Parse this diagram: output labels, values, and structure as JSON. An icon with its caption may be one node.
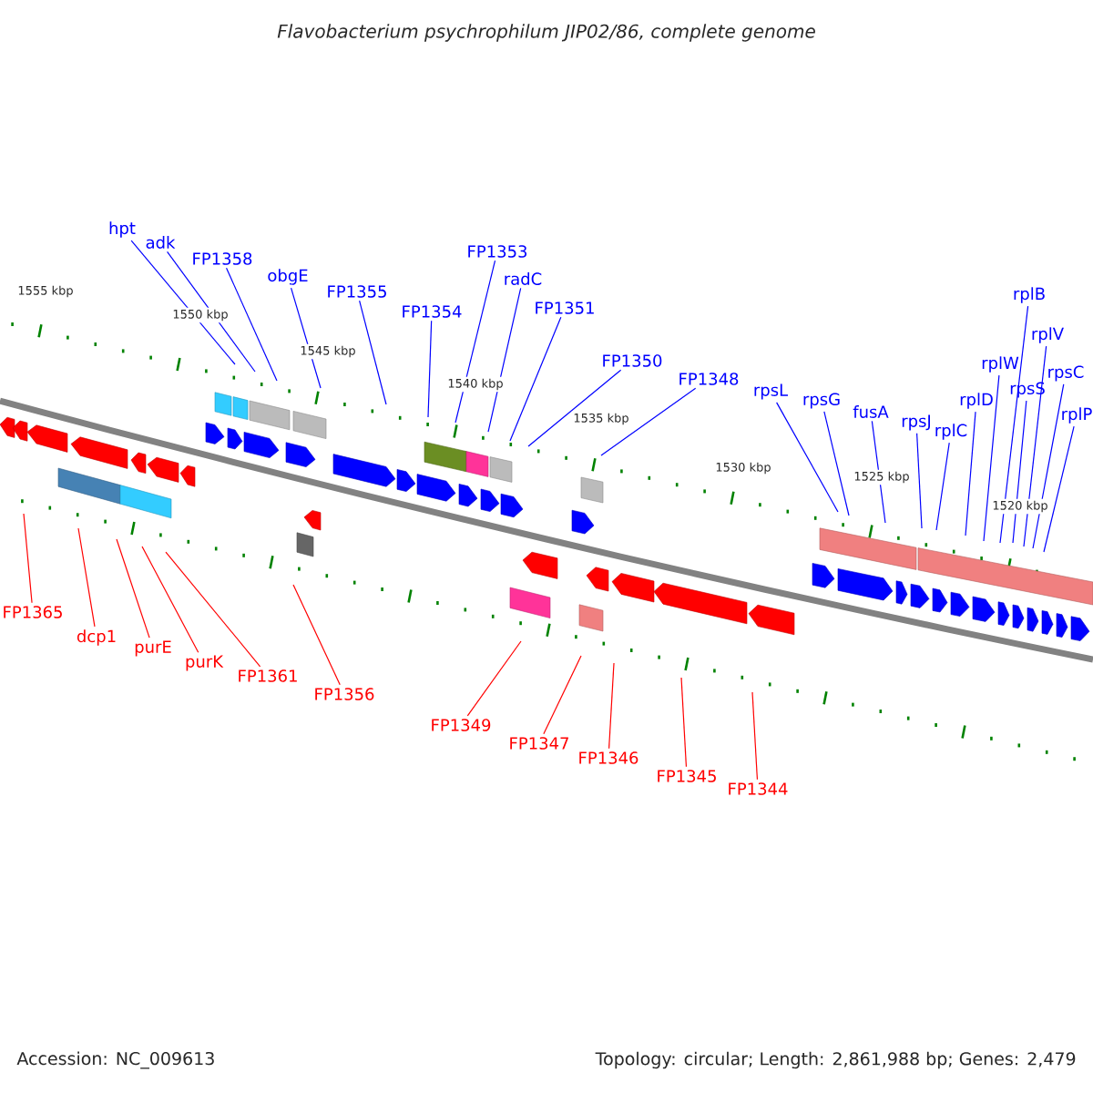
{
  "diagram": {
    "title": "Flavobacterium psychrophilum JIP02/86, complete genome",
    "nodes": [
      {
        "text": [
          "hpt"
        ]
      },
      {
        "text": [
          "adk"
        ]
      },
      {
        "text": [
          "FP1358"
        ]
      },
      {
        "text": [
          "obgE"
        ]
      },
      {
        "text": [
          "FP1355"
        ]
      },
      {
        "text": [
          "FP1354"
        ]
      },
      {
        "text": [
          "FP1353"
        ]
      },
      {
        "text": [
          "radC"
        ]
      },
      {
        "text": [
          "FP1351"
        ]
      },
      {
        "text": [
          "FP1350"
        ]
      },
      {
        "text": [
          "FP1348"
        ]
      },
      {
        "text": [
          "rpsL"
        ]
      },
      {
        "text": [
          "rpsG"
        ]
      },
      {
        "text": [
          "fusA"
        ]
      },
      {
        "text": [
          "rpsJ"
        ]
      },
      {
        "text": [
          "rplC"
        ]
      },
      {
        "text": [
          "rplD"
        ]
      },
      {
        "text": [
          "rplW"
        ]
      },
      {
        "text": [
          "rplB"
        ]
      },
      {
        "text": [
          "rpsS"
        ]
      },
      {
        "text": [
          "rplV"
        ]
      },
      {
        "text": [
          "rpsC"
        ]
      },
      {
        "text": [
          "rplP"
        ]
      },
      {
        "text": [
          "FP1365"
        ]
      },
      {
        "text": [
          "dcp1"
        ]
      },
      {
        "text": [
          "purE"
        ]
      },
      {
        "text": [
          "purK"
        ]
      },
      {
        "text": [
          "FP1361"
        ]
      },
      {
        "text": [
          "FP1356"
        ]
      },
      {
        "text": [
          "FP1349"
        ]
      },
      {
        "text": [
          "FP1347"
        ]
      },
      {
        "text": [
          "FP1346"
        ]
      },
      {
        "text": [
          "FP1345"
        ]
      },
      {
        "text": [
          "FP1344"
        ]
      }
    ],
    "edges": [
      {
        "from": 0,
        "to": null,
        "arrow": "none"
      },
      {
        "from": 1,
        "to": null,
        "arrow": "none"
      },
      {
        "from": 2,
        "to": null,
        "arrow": "none"
      },
      {
        "from": 3,
        "to": null,
        "arrow": "none"
      },
      {
        "from": 4,
        "to": null,
        "arrow": "none"
      },
      {
        "from": 5,
        "to": null,
        "arrow": "none"
      },
      {
        "from": 6,
        "to": null,
        "arrow": "none"
      },
      {
        "from": 7,
        "to": null,
        "arrow": "none"
      },
      {
        "from": 8,
        "to": null,
        "arrow": "none"
      },
      {
        "from": 9,
        "to": null,
        "arrow": "none"
      },
      {
        "from": 10,
        "to": null,
        "arrow": "none"
      },
      {
        "from": 11,
        "to": null,
        "arrow": "none"
      },
      {
        "from": 12,
        "to": null,
        "arrow": "none"
      },
      {
        "from": 13,
        "to": null,
        "arrow": "none"
      },
      {
        "from": 14,
        "to": null,
        "arrow": "none"
      },
      {
        "from": 15,
        "to": null,
        "arrow": "none"
      },
      {
        "from": 16,
        "to": null,
        "arrow": "none"
      },
      {
        "from": 17,
        "to": null,
        "arrow": "none"
      },
      {
        "from": 18,
        "to": null,
        "arrow": "none"
      },
      {
        "from": 19,
        "to": null,
        "arrow": "none"
      },
      {
        "from": 20,
        "to": null,
        "arrow": "none"
      },
      {
        "from": 21,
        "to": null,
        "arrow": "none"
      },
      {
        "from": 22,
        "to": null,
        "arrow": "none"
      },
      {
        "from": 23,
        "to": null,
        "arrow": "none",
        "color": "#ff0000"
      },
      {
        "from": 24,
        "to": null,
        "arrow": "none",
        "color": "#ff0000"
      },
      {
        "from": 25,
        "to": null,
        "arrow": "none",
        "color": "#ff0000"
      },
      {
        "from": 26,
        "to": null,
        "arrow": "none",
        "color": "#ff0000"
      },
      {
        "from": 27,
        "to": null,
        "arrow": "none",
        "color": "#ff0000"
      },
      {
        "from": 28,
        "to": null,
        "arrow": "none",
        "color": "#ff0000"
      },
      {
        "from": 29,
        "to": null,
        "arrow": "none",
        "color": "#ff0000"
      },
      {
        "from": 30,
        "to": null,
        "arrow": "none",
        "color": "#ff0000"
      },
      {
        "from": 31,
        "to": null,
        "arrow": "none",
        "color": "#ff0000"
      },
      {
        "from": 32,
        "to": null,
        "arrow": "none",
        "color": "#ff0000"
      },
      {
        "from": 33,
        "to": null,
        "arrow": "none",
        "color": "#ff0000"
      }
    ],
    "labels": [
      "1555 kbp",
      "1550 kbp",
      "1545 kbp",
      "1540 kbp",
      "1535 kbp",
      "1530 kbp",
      "1525 kbp",
      "1520 kbp",
      "Accession: NC_009613",
      "Topology: circular; Length: 2,861,988 bp; Genes: 2,479"
    ]
  }
}
